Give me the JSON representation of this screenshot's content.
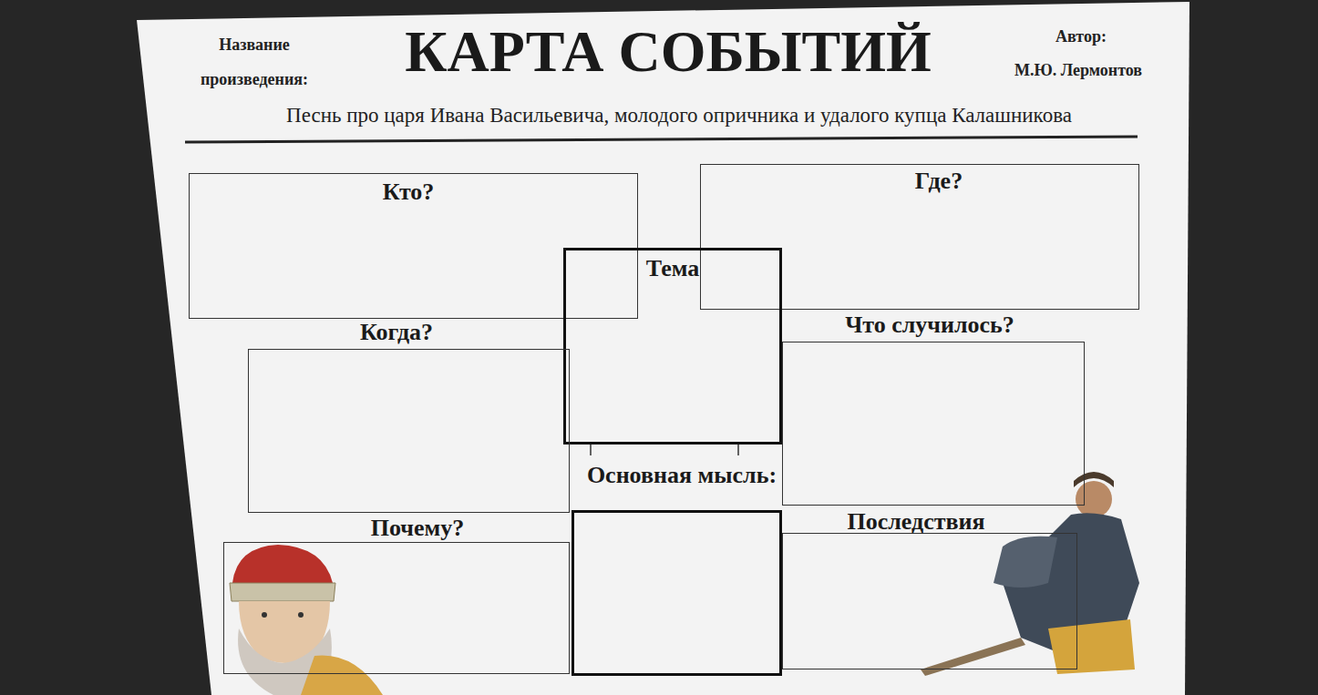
{
  "diagram": {
    "title": "КАРТА СОБЫТИЙ",
    "nodes": [
      {
        "text": [
          "Кто?"
        ]
      },
      {
        "text": [
          "Где?"
        ]
      },
      {
        "text": [
          "Тема"
        ]
      },
      {
        "text": [
          "Когда?"
        ]
      },
      {
        "text": [
          "Что случилось?"
        ]
      },
      {
        "text": [
          "Основная мысль:"
        ]
      },
      {
        "text": [
          "Почему?"
        ]
      },
      {
        "text": [
          "Последствия"
        ]
      }
    ],
    "labels": [
      "Название произведения:",
      "Автор:",
      "М.Ю. Лермонтов",
      "Песнь про царя Ивана Васильевича, молодого опричника и удалого купца Калашникова"
    ]
  }
}
